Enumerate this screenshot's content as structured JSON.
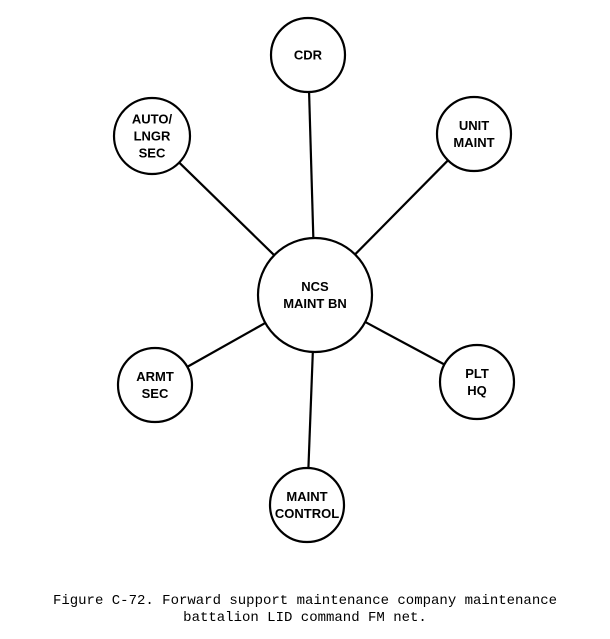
{
  "center": {
    "lines": [
      "NCS",
      "MAINT BN"
    ]
  },
  "nodes": [
    {
      "id": "cdr",
      "lines": [
        "CDR"
      ]
    },
    {
      "id": "unit-maint",
      "lines": [
        "UNIT",
        "MAINT"
      ]
    },
    {
      "id": "plt-hq",
      "lines": [
        "PLT",
        "HQ"
      ]
    },
    {
      "id": "maint-control",
      "lines": [
        "MAINT",
        "CONTROL"
      ]
    },
    {
      "id": "armt-sec",
      "lines": [
        "ARMT",
        "SEC"
      ]
    },
    {
      "id": "auto-lngr-sec",
      "lines": [
        "AUTO/",
        "LNGR",
        "SEC"
      ]
    }
  ],
  "caption": {
    "line1": "Figure C-72. Forward support maintenance company maintenance",
    "line2": "battalion LID command FM net."
  }
}
